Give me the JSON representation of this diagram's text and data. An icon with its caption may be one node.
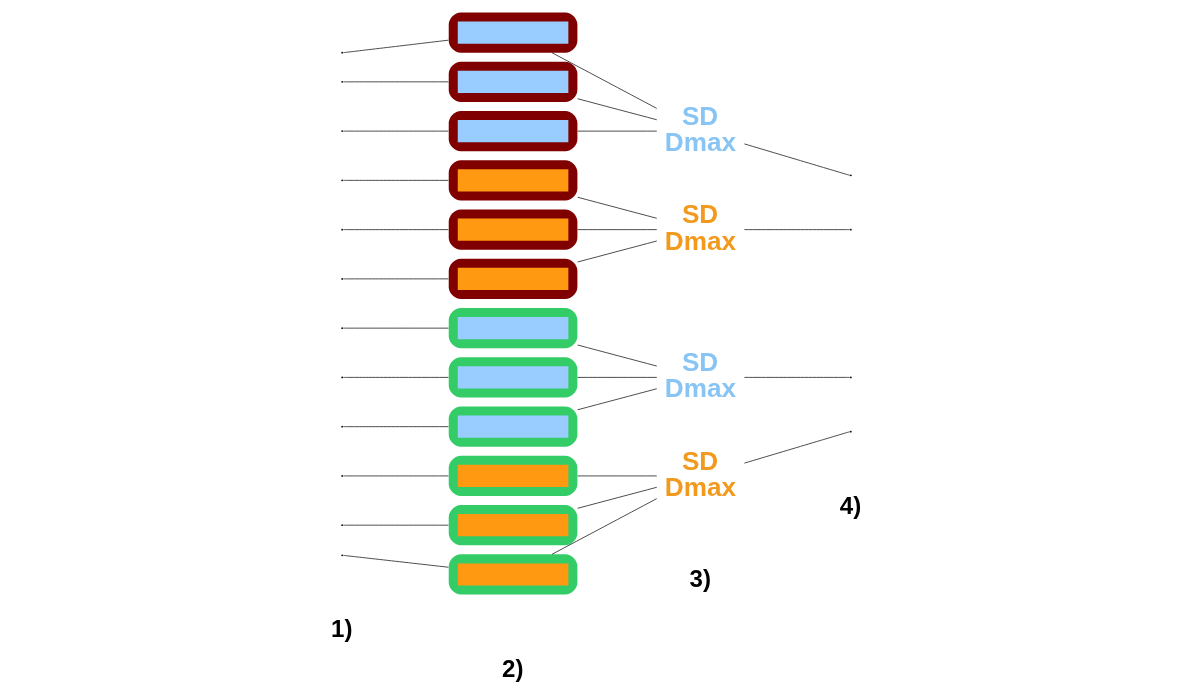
{
  "diagram": {
    "nodes": [
      {
        "text": [],
        "shape": "box"
      },
      {
        "text": [],
        "shape": "box"
      },
      {
        "text": [],
        "shape": "box"
      },
      {
        "text": [],
        "shape": "box"
      },
      {
        "text": [],
        "shape": "box"
      },
      {
        "text": [],
        "shape": "box"
      },
      {
        "text": [],
        "shape": "box"
      },
      {
        "text": [],
        "shape": "box"
      },
      {
        "text": [],
        "shape": "box"
      },
      {
        "text": [],
        "shape": "box"
      },
      {
        "text": [],
        "shape": "box"
      },
      {
        "text": [],
        "shape": "box"
      },
      {
        "text": [
          "SD",
          "Dmax"
        ]
      },
      {
        "text": [
          "SD",
          "Dmax"
        ]
      },
      {
        "text": [
          "SD",
          "Dmax"
        ]
      },
      {
        "text": [
          "SD",
          "Dmax"
        ]
      }
    ],
    "edges": [
      {
        "from": null,
        "to": 0,
        "arrow": "none"
      },
      {
        "from": null,
        "to": 1,
        "arrow": "none"
      },
      {
        "from": null,
        "to": 2,
        "arrow": "none"
      },
      {
        "from": null,
        "to": 3,
        "arrow": "none"
      },
      {
        "from": null,
        "to": 4,
        "arrow": "none"
      },
      {
        "from": null,
        "to": 5,
        "arrow": "none"
      },
      {
        "from": null,
        "to": 6,
        "arrow": "none"
      },
      {
        "from": null,
        "to": 7,
        "arrow": "none"
      },
      {
        "from": null,
        "to": 8,
        "arrow": "none"
      },
      {
        "from": null,
        "to": 9,
        "arrow": "none"
      },
      {
        "from": null,
        "to": 10,
        "arrow": "none"
      },
      {
        "from": null,
        "to": 11,
        "arrow": "none"
      },
      {
        "from": 0,
        "to": 12,
        "arrow": "none"
      },
      {
        "from": 1,
        "to": 12,
        "arrow": "none"
      },
      {
        "from": 2,
        "to": 12,
        "arrow": "none"
      },
      {
        "from": 3,
        "to": 13,
        "arrow": "none"
      },
      {
        "from": 4,
        "to": 13,
        "arrow": "none"
      },
      {
        "from": 5,
        "to": 13,
        "arrow": "none"
      },
      {
        "from": 6,
        "to": 14,
        "arrow": "none"
      },
      {
        "from": 7,
        "to": 14,
        "arrow": "none"
      },
      {
        "from": 8,
        "to": 14,
        "arrow": "none"
      },
      {
        "from": 9,
        "to": 15,
        "arrow": "none"
      },
      {
        "from": 10,
        "to": 15,
        "arrow": "none"
      },
      {
        "from": 11,
        "to": 15,
        "arrow": "none"
      },
      {
        "from": 12,
        "to": null,
        "arrow": "none"
      },
      {
        "from": 13,
        "to": null,
        "arrow": "none"
      },
      {
        "from": 14,
        "to": null,
        "arrow": "none"
      },
      {
        "from": 15,
        "to": null,
        "arrow": "none"
      }
    ],
    "labels": [
      "1)",
      "2)",
      "3)",
      "4)"
    ]
  }
}
